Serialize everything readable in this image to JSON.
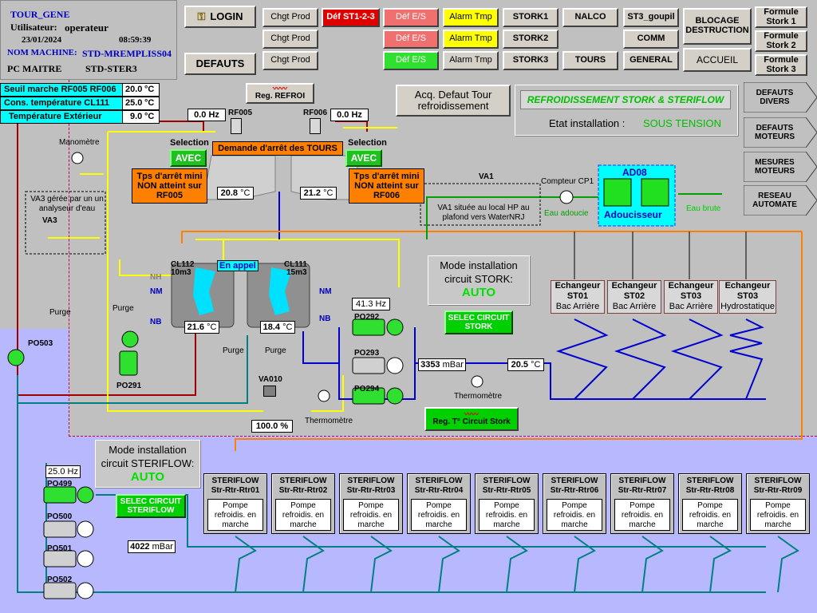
{
  "info": {
    "title": "TOUR_GENE",
    "user_label": "Utilisateur:",
    "user": "operateur",
    "date": "23/01/2024",
    "time": "08:59:39",
    "machine_label": "NOM MACHINE:",
    "machine": "STD-MREMPLISS04",
    "pc_label": "PC MAITRE",
    "pc": "STD-STER3"
  },
  "buttons": {
    "login": "LOGIN",
    "defauts": "DEFAUTS",
    "chgt_prod": "Chgt Prod",
    "def_st123": "Déf ST1-2-3",
    "def_es": "Déf E/S",
    "alarm_tmp": "Alarm Tmp",
    "stork1": "STORK1",
    "stork2": "STORK2",
    "stork3": "STORK3",
    "nalco": "NALCO",
    "tours": "TOURS",
    "st3_goupil": "ST3_goupil",
    "comm": "COMM",
    "general": "GENERAL",
    "blocage": "BLOCAGE DESTRUCTION",
    "accueil": "ACCUEIL",
    "formule1": "Formule Stork 1",
    "formule2": "Formule Stork 2",
    "formule3": "Formule Stork 3",
    "reg_refroi": "Reg. REFROI",
    "acq_defaut": "Acq. Defaut Tour refroidissement",
    "reg_circuit_stork": "Reg. T° Circuit Stork"
  },
  "setpoints": [
    {
      "label": "Seuil marche RF005 RF006",
      "value": "20.0",
      "unit": "°C"
    },
    {
      "label": "Cons. température CL111",
      "value": "25.0",
      "unit": "°C"
    },
    {
      "label": "Température Extérieur",
      "value": "9.0",
      "unit": "°C"
    }
  ],
  "banner": {
    "title": "REFROIDISSEMENT STORK & STERIFLOW",
    "state_label": "Etat installation :",
    "state": "SOUS TENSION"
  },
  "nav": [
    "DEFAUTS DIVERS",
    "DEFAUTS MOTEURS",
    "MESURES MOTEURS",
    "RESEAU AUTOMATE"
  ],
  "towers": {
    "rf005": "RF005",
    "rf006": "RF006",
    "rf005_hz": "0.0 Hz",
    "rf006_hz": "0.0 Hz",
    "selection": "Selection",
    "avec": "AVEC",
    "demande": "Demande d'arrêt des TOURS",
    "tps_rf005": "Tps d'arrêt mini NON atteint sur RF005",
    "tps_rf006": "Tps d'arrêt mini NON atteint sur RF006",
    "temp_left": "20.8",
    "temp_right": "21.2",
    "unit": "°C"
  },
  "labels": {
    "manometre": "Manomètre",
    "va3_note": "VA3 gérée par un un analyseur d'eau",
    "va3": "VA3",
    "purge": "Purge",
    "po503": "PO503",
    "po291": "PO291",
    "cl112": "CL112",
    "cl112_vol": "10m3",
    "cl111": "CL111",
    "cl111_vol": "15m3",
    "en_appel": "En appel",
    "nh": "NH",
    "nm": "NM",
    "nb": "NB",
    "cl112_temp": "21.6",
    "cl111_temp": "18.4",
    "va010": "VA010",
    "va010_pct": "100.0",
    "pct": "%",
    "thermometre": "Thermomètre",
    "po292": "PO292",
    "po293": "PO293",
    "po294": "PO294",
    "po292_hz": "41.3 Hz",
    "pressure_stork": "3353",
    "mbar": "mBar",
    "temp_stork": "20.5",
    "va1": "VA1",
    "va1_note": "VA1 située au local HP au plafond vers WaterNRJ",
    "compteur": "Compteur CP1",
    "eau_adoucie": "Eau adoucie",
    "eau_brute": "Eau brute",
    "ad08": "AD08",
    "adoucisseur": "Adoucisseur",
    "po499": "PO499",
    "po500": "PO500",
    "po501": "PO501",
    "po502": "PO502",
    "po499_hz": "25.0 Hz",
    "pressure_steriflow": "4022",
    "degc": "°C"
  },
  "mode_stork": {
    "title": "Mode installation circuit STORK:",
    "value": "AUTO",
    "selec": "SELEC CIRCUIT STORK"
  },
  "mode_steriflow": {
    "title": "Mode installation circuit STERIFLOW:",
    "value": "AUTO",
    "selec": "SELEC CIRCUIT STERIFLOW"
  },
  "exchangers": [
    {
      "name": "Echangeur",
      "id": "ST01",
      "sub": "Bac Arrière"
    },
    {
      "name": "Echangeur",
      "id": "ST02",
      "sub": "Bac Arrière"
    },
    {
      "name": "Echangeur",
      "id": "ST03",
      "sub": "Bac Arrière"
    },
    {
      "name": "Echangeur",
      "id": "ST03",
      "sub": "Hydrostatique"
    }
  ],
  "steriflow": [
    {
      "name": "STERIFLOW",
      "id": "Str-Rtr-Rtr01",
      "status": "Pompe refroidis. en marche"
    },
    {
      "name": "STERIFLOW",
      "id": "Str-Rtr-Rtr02",
      "status": "Pompe refroidis. en marche"
    },
    {
      "name": "STERIFLOW",
      "id": "Str-Rtr-Rtr03",
      "status": "Pompe refroidis. en marche"
    },
    {
      "name": "STERIFLOW",
      "id": "Str-Rtr-Rtr04",
      "status": "Pompe refroidis. en marche"
    },
    {
      "name": "STERIFLOW",
      "id": "Str-Rtr-Rtr05",
      "status": "Pompe refroidis. en marche"
    },
    {
      "name": "STERIFLOW",
      "id": "Str-Rtr-Rtr06",
      "status": "Pompe refroidis. en marche"
    },
    {
      "name": "STERIFLOW",
      "id": "Str-Rtr-Rtr07",
      "status": "Pompe refroidis. en marche"
    },
    {
      "name": "STERIFLOW",
      "id": "Str-Rtr-Rtr08",
      "status": "Pompe refroidis. en marche"
    },
    {
      "name": "STERIFLOW",
      "id": "Str-Rtr-Rtr09",
      "status": "Pompe refroidis. en marche"
    }
  ],
  "colors": {
    "background": "#c0c0c0",
    "steriflow_zone": "#b8b8ff",
    "pipe_yellow": "#ffff00",
    "pipe_blue": "#0000d0",
    "pipe_orange": "#ff8000",
    "pipe_darkred": "#a00000",
    "pipe_teal": "#008080",
    "pipe_green": "#00a000",
    "pump_green": "#30e030"
  }
}
